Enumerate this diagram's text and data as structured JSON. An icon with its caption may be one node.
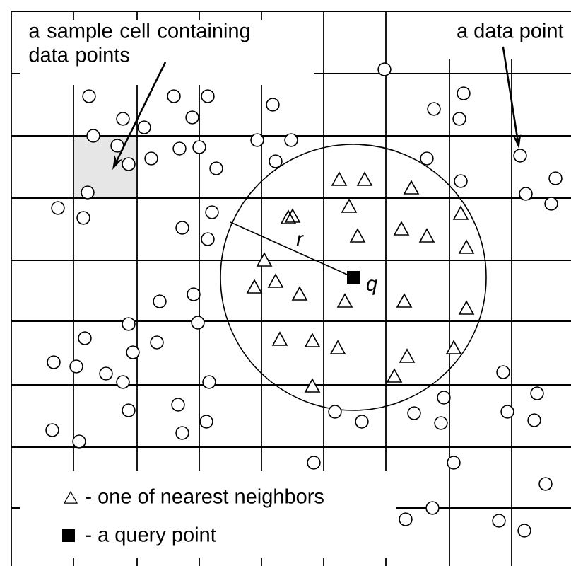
{
  "diagram": {
    "nodes": [
      {
        "text": [
          "a sample cell containing data points"
        ]
      },
      {
        "text": [],
        "shape": "box"
      },
      {
        "text": [
          "a data point"
        ]
      },
      {
        "text": [],
        "shape": "circle"
      }
    ],
    "edges": [
      {
        "from": 0,
        "to": 1,
        "arrow": "to"
      },
      {
        "from": 2,
        "to": 3,
        "arrow": "to"
      }
    ],
    "labels": [
      "r",
      "q"
    ],
    "legend": [
      {
        "text": "- one of nearest neighbors"
      },
      {
        "text": "- a query point"
      }
    ]
  }
}
